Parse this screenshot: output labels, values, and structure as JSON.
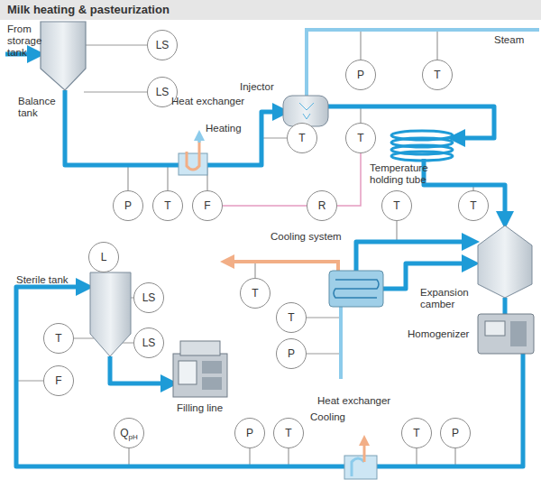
{
  "diagram": {
    "title": "Milk heating & pasteurization",
    "nodes": [
      {
        "text": [
          "LS"
        ]
      },
      {
        "text": [
          "LS"
        ]
      },
      {
        "text": [
          "P"
        ]
      },
      {
        "text": [
          "T"
        ]
      },
      {
        "text": [
          "T"
        ]
      },
      {
        "text": [
          "T"
        ]
      },
      {
        "text": [
          "P"
        ]
      },
      {
        "text": [
          "T"
        ]
      },
      {
        "text": [
          "F"
        ]
      },
      {
        "text": [
          "R"
        ]
      },
      {
        "text": [
          "T"
        ]
      },
      {
        "text": [
          "T"
        ]
      },
      {
        "text": [
          "L"
        ]
      },
      {
        "text": [
          "LS"
        ]
      },
      {
        "text": [
          "T"
        ]
      },
      {
        "text": [
          "T"
        ]
      },
      {
        "text": [
          "T"
        ]
      },
      {
        "text": [
          "LS"
        ]
      },
      {
        "text": [
          "P"
        ]
      },
      {
        "text": [
          "F"
        ]
      },
      {
        "text": [
          "Q",
          "pH"
        ]
      },
      {
        "text": [
          "P"
        ]
      },
      {
        "text": [
          "T"
        ]
      },
      {
        "text": [
          "T"
        ]
      },
      {
        "text": [
          "P"
        ]
      }
    ],
    "edges": [
      {
        "from": 8,
        "to": 9,
        "arrow": "none"
      },
      {
        "from": 9,
        "to": 5,
        "arrow": "none"
      }
    ],
    "labels": [
      "From storage tank",
      "Steam",
      "Injector",
      "Heat exchanger",
      "Heating",
      "Balance tank",
      "Temperature holding tube",
      "Cooling system",
      "Expansion camber",
      "Homogenizer",
      "Sterile tank",
      "Filling line",
      "Heat exchanger",
      "Cooling"
    ]
  }
}
